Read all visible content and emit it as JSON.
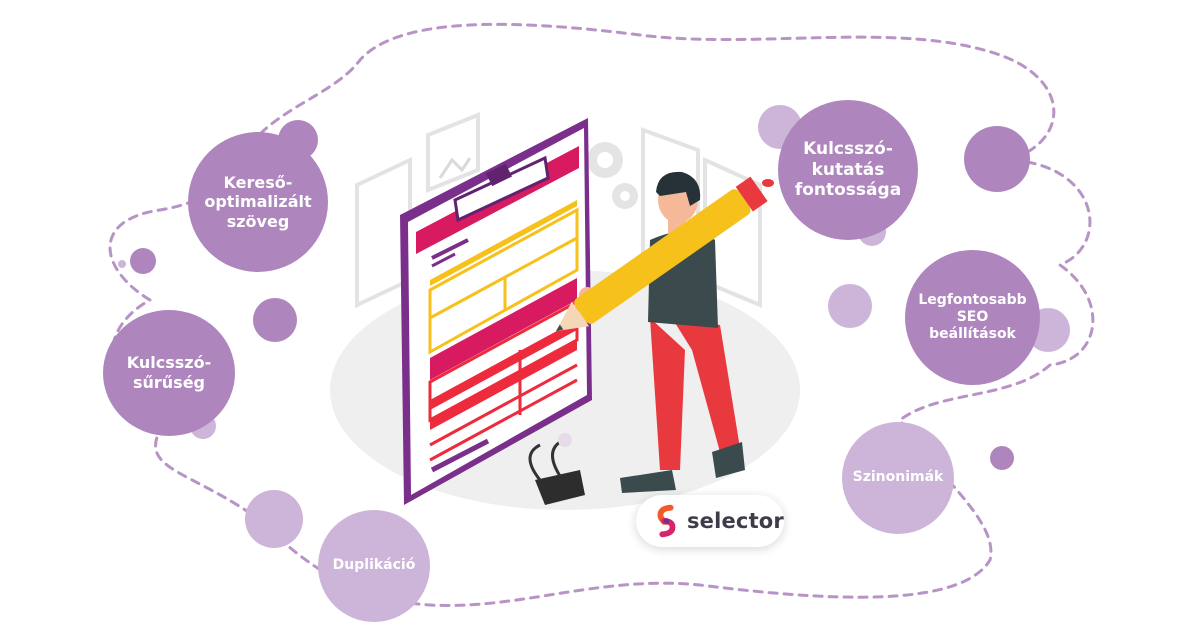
{
  "brand": {
    "name": "selector",
    "colors": {
      "accent_orange": "#f25a2a",
      "accent_pink": "#d8246c",
      "accent_purple": "#7b2d8f"
    }
  },
  "colors": {
    "bubble_dark": "#ae86bd",
    "bubble_light": "#cdb4d9",
    "dashed_line": "#b894c6",
    "clipboard": "#7a2f8b",
    "paper_pink": "#d81b60",
    "paper_yellow": "#f5c11a",
    "paper_red": "#ee2a3d",
    "shirt": "#3b4a4d",
    "pants": "#e8393f",
    "pencil": "#f5c11a"
  },
  "topics": [
    {
      "id": "kereso",
      "label": "Kereső-\noptimalizált\nszöveg"
    },
    {
      "id": "kulcsszo_suruseg",
      "label": "Kulcsszó-\nsűrűség"
    },
    {
      "id": "duplikacio",
      "label": "Duplikáció"
    },
    {
      "id": "kulcsszo_kutatas",
      "label": "Kulcsszó-\nkutatás\nfontossága"
    },
    {
      "id": "seo_beallitasok",
      "label": "Legfontosabb\nSEO\nbeállítások"
    },
    {
      "id": "szinonimak",
      "label": "Szinonimák"
    }
  ],
  "illustration": {
    "icons": [
      "clipboard-document-icon",
      "person-with-pencil-icon",
      "gears-icon",
      "picture-frame-icon",
      "binder-clip-icon"
    ]
  }
}
